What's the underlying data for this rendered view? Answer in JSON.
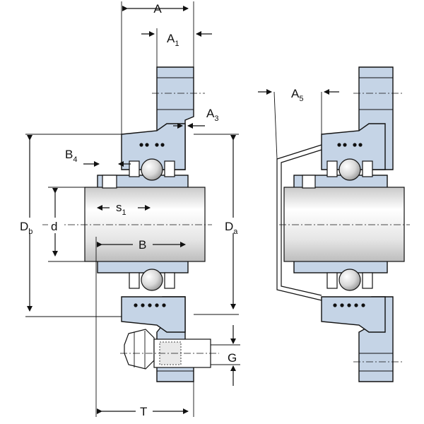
{
  "labels": {
    "A": "A",
    "A1": "A",
    "A1_sub": "1",
    "A3": "A",
    "A3_sub": "3",
    "A5": "A",
    "A5_sub": "5",
    "B4": "B",
    "B4_sub": "4",
    "Db": "D",
    "Db_sub": "b",
    "d": "d",
    "Da": "D",
    "Da_sub": "a",
    "s1": "s",
    "s1_sub": "1",
    "B": "B",
    "G": "G",
    "T": "T"
  }
}
